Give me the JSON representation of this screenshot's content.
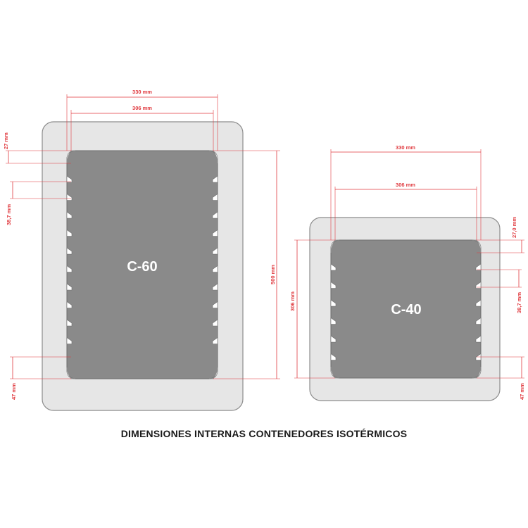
{
  "caption": "DIMENSIONES INTERNAS CONTENEDORES ISOTÉRMICOS",
  "c60": {
    "model": "C-60",
    "width_outer_label": "330 mm",
    "width_inner_label": "306 mm",
    "lip_label": "27 mm",
    "slot_pitch_label": "38,7 mm",
    "height_label": "500 mm",
    "bottom_label": "47 mm"
  },
  "c40": {
    "model": "C-40",
    "width_outer_label": "330 mm",
    "width_inner_label": "306 mm",
    "lip_label": "27,0 mm",
    "slot_pitch_label": "38,7 mm",
    "height_label": "306 mm",
    "bottom_label": "47 mm"
  },
  "colors": {
    "dimension": "#e0393e",
    "outer_body": "#e6e6e6",
    "inner_cavity": "#8a8a8a"
  }
}
